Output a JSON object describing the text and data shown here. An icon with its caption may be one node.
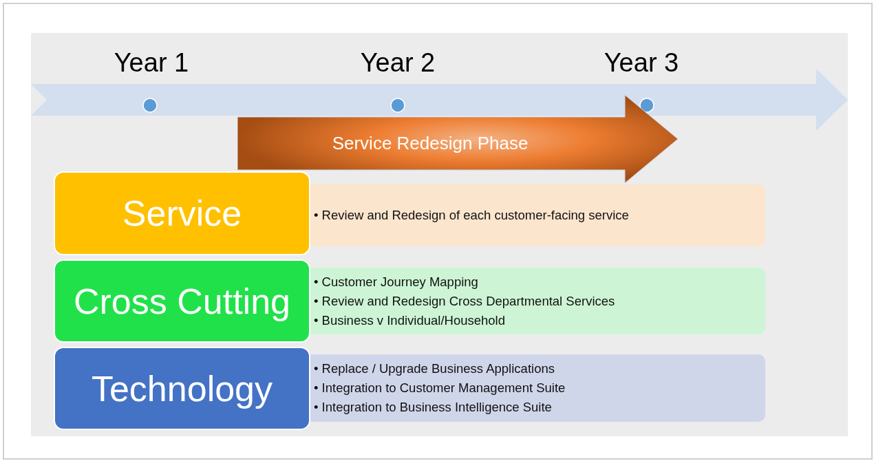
{
  "diagram": {
    "nodes": [
      {
        "text": [
          "Service Redesign Phase"
        ]
      },
      {
        "text": [
          "Service"
        ]
      },
      {
        "text": [
          "• Review and Redesign of each customer-facing service"
        ]
      },
      {
        "text": [
          "Cross Cutting"
        ]
      },
      {
        "text": [
          "• Customer Journey Mapping",
          "• Review and Redesign Cross Departmental Services",
          "• Business v Individual/Household"
        ]
      },
      {
        "text": [
          "Technology"
        ]
      },
      {
        "text": [
          "• Replace / Upgrade Business Applications",
          "• Integration to Customer Management Suite",
          "• Integration to Business Intelligence Suite"
        ]
      }
    ],
    "labels": [
      "Year 1",
      "Year 2",
      "Year 3"
    ]
  }
}
